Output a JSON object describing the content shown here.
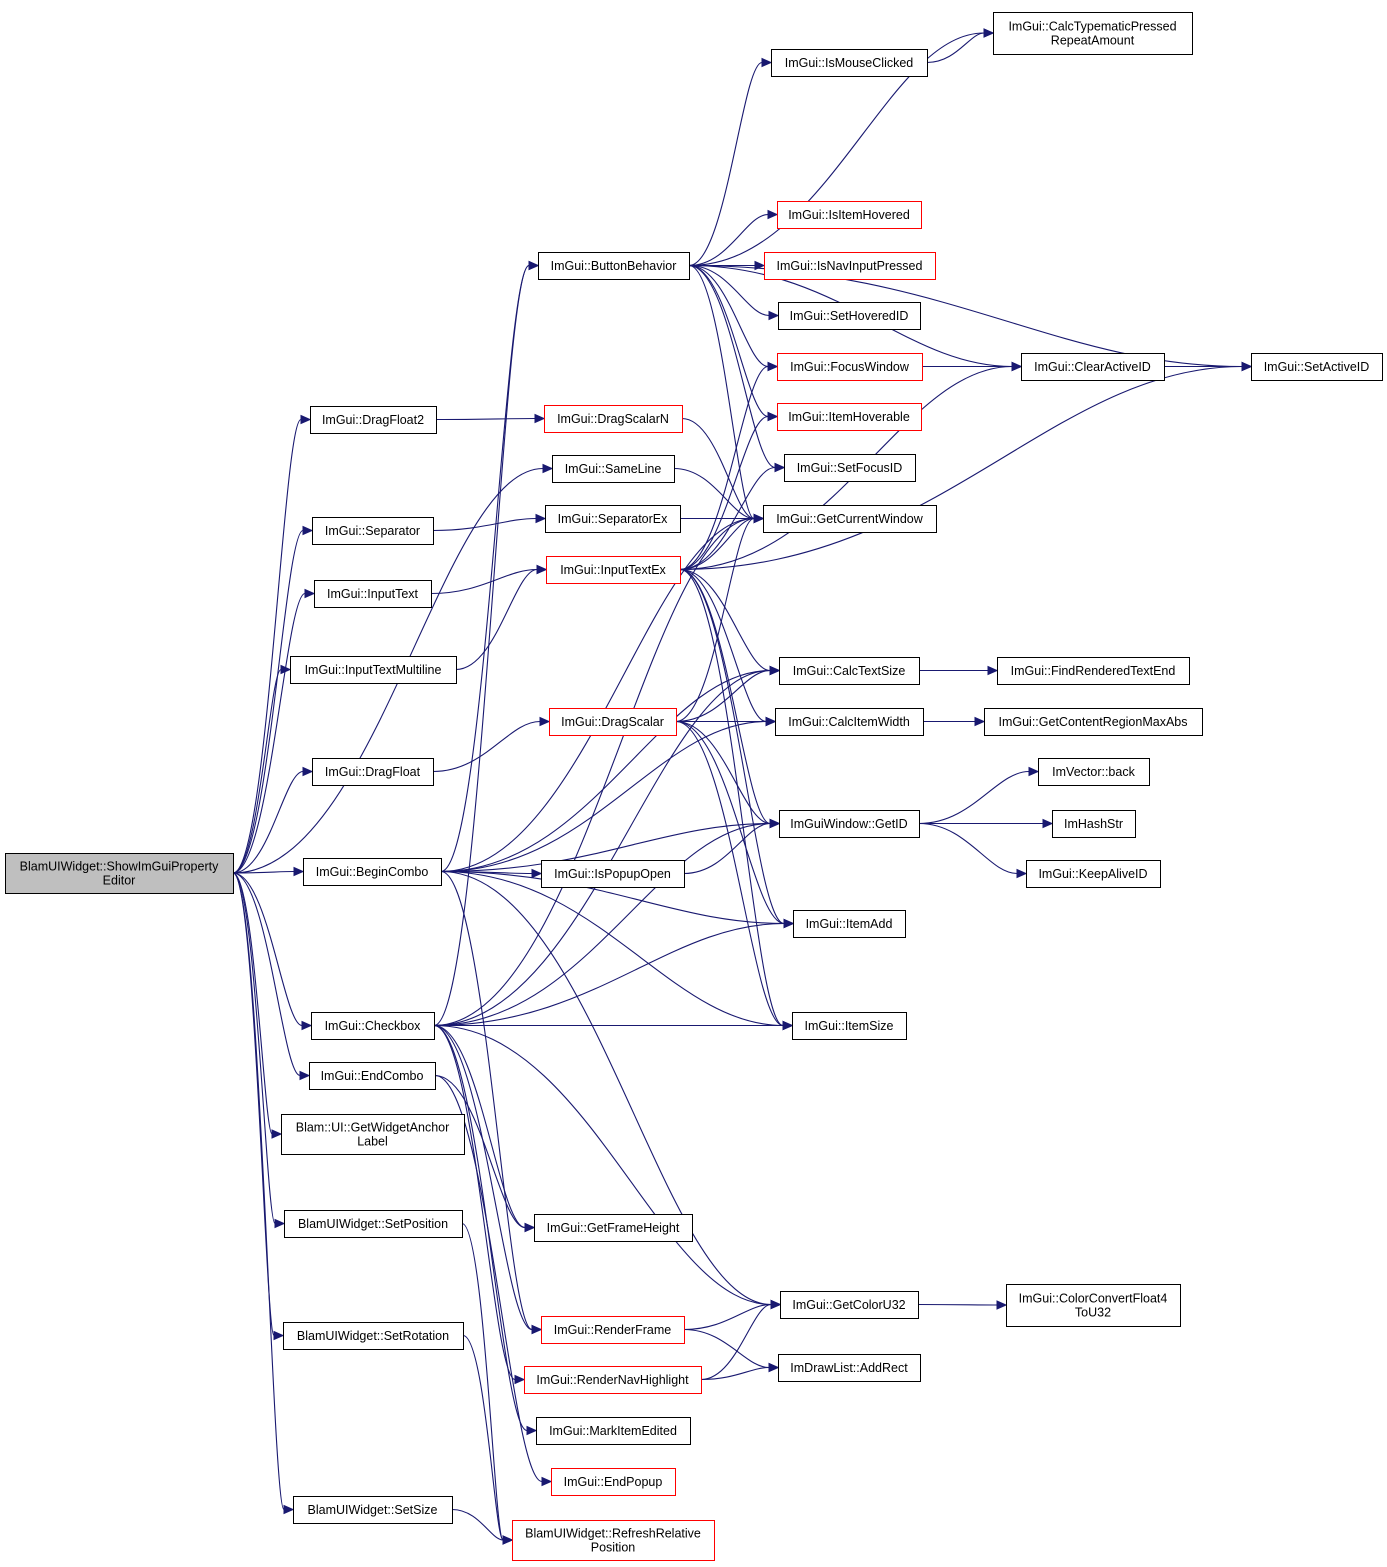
{
  "colors": {
    "edge": "#191970",
    "node_border": "#000000",
    "truncated_border": "#ff0000",
    "root_fill": "#bfbfbf",
    "node_fill": "#ffffff"
  },
  "diagram": {
    "nodes": [
      {
        "id": "root",
        "lines": [
          "BlamUIWidget::ShowImGuiProperty",
          "Editor"
        ],
        "kind": "root"
      },
      {
        "id": "dragfloat2",
        "lines": [
          "ImGui::DragFloat2"
        ],
        "kind": "normal"
      },
      {
        "id": "separator",
        "lines": [
          "ImGui::Separator"
        ],
        "kind": "normal"
      },
      {
        "id": "inputtext",
        "lines": [
          "ImGui::InputText"
        ],
        "kind": "normal"
      },
      {
        "id": "inputtextmultiline",
        "lines": [
          "ImGui::InputTextMultiline"
        ],
        "kind": "normal"
      },
      {
        "id": "dragfloat",
        "lines": [
          "ImGui::DragFloat"
        ],
        "kind": "normal"
      },
      {
        "id": "begincombo",
        "lines": [
          "ImGui::BeginCombo"
        ],
        "kind": "normal"
      },
      {
        "id": "checkbox",
        "lines": [
          "ImGui::Checkbox"
        ],
        "kind": "normal"
      },
      {
        "id": "endcombo",
        "lines": [
          "ImGui::EndCombo"
        ],
        "kind": "normal"
      },
      {
        "id": "getwidgetanchorlabel",
        "lines": [
          "Blam::UI::GetWidgetAnchor",
          "Label"
        ],
        "kind": "normal"
      },
      {
        "id": "setposition",
        "lines": [
          "BlamUIWidget::SetPosition"
        ],
        "kind": "normal"
      },
      {
        "id": "setrotation",
        "lines": [
          "BlamUIWidget::SetRotation"
        ],
        "kind": "normal"
      },
      {
        "id": "setsize",
        "lines": [
          "BlamUIWidget::SetSize"
        ],
        "kind": "normal"
      },
      {
        "id": "buttonbehavior",
        "lines": [
          "ImGui::ButtonBehavior"
        ],
        "kind": "normal"
      },
      {
        "id": "dragscalarn",
        "lines": [
          "ImGui::DragScalarN"
        ],
        "kind": "truncated"
      },
      {
        "id": "sameline",
        "lines": [
          "ImGui::SameLine"
        ],
        "kind": "normal"
      },
      {
        "id": "separatorex",
        "lines": [
          "ImGui::SeparatorEx"
        ],
        "kind": "normal"
      },
      {
        "id": "inputtextex",
        "lines": [
          "ImGui::InputTextEx"
        ],
        "kind": "truncated"
      },
      {
        "id": "dragscalar",
        "lines": [
          "ImGui::DragScalar"
        ],
        "kind": "truncated"
      },
      {
        "id": "ispopupopen",
        "lines": [
          "ImGui::IsPopupOpen"
        ],
        "kind": "normal"
      },
      {
        "id": "getframeheight",
        "lines": [
          "ImGui::GetFrameHeight"
        ],
        "kind": "normal"
      },
      {
        "id": "renderframe",
        "lines": [
          "ImGui::RenderFrame"
        ],
        "kind": "truncated"
      },
      {
        "id": "rendernavhighlight",
        "lines": [
          "ImGui::RenderNavHighlight"
        ],
        "kind": "truncated"
      },
      {
        "id": "markitemedited",
        "lines": [
          "ImGui::MarkItemEdited"
        ],
        "kind": "normal"
      },
      {
        "id": "endpopup",
        "lines": [
          "ImGui::EndPopup"
        ],
        "kind": "truncated"
      },
      {
        "id": "refreshrelativeposition",
        "lines": [
          "BlamUIWidget::RefreshRelative",
          "Position"
        ],
        "kind": "truncated"
      },
      {
        "id": "calctypematic",
        "lines": [
          "ImGui::CalcTypematicPressed",
          "RepeatAmount"
        ],
        "kind": "normal"
      },
      {
        "id": "ismouseclicked",
        "lines": [
          "ImGui::IsMouseClicked"
        ],
        "kind": "normal"
      },
      {
        "id": "isitemhovered",
        "lines": [
          "ImGui::IsItemHovered"
        ],
        "kind": "truncated"
      },
      {
        "id": "isnavinputpressed",
        "lines": [
          "ImGui::IsNavInputPressed"
        ],
        "kind": "truncated"
      },
      {
        "id": "sethoveredid",
        "lines": [
          "ImGui::SetHoveredID"
        ],
        "kind": "normal"
      },
      {
        "id": "focuswindow",
        "lines": [
          "ImGui::FocusWindow"
        ],
        "kind": "truncated"
      },
      {
        "id": "itemhoverable",
        "lines": [
          "ImGui::ItemHoverable"
        ],
        "kind": "truncated"
      },
      {
        "id": "setfocusid",
        "lines": [
          "ImGui::SetFocusID"
        ],
        "kind": "normal"
      },
      {
        "id": "getcurrentwindow",
        "lines": [
          "ImGui::GetCurrentWindow"
        ],
        "kind": "normal"
      },
      {
        "id": "calctextsize",
        "lines": [
          "ImGui::CalcTextSize"
        ],
        "kind": "normal"
      },
      {
        "id": "calcitemwidth",
        "lines": [
          "ImGui::CalcItemWidth"
        ],
        "kind": "normal"
      },
      {
        "id": "getid",
        "lines": [
          "ImGuiWindow::GetID"
        ],
        "kind": "normal"
      },
      {
        "id": "itemadd",
        "lines": [
          "ImGui::ItemAdd"
        ],
        "kind": "normal"
      },
      {
        "id": "itemsize",
        "lines": [
          "ImGui::ItemSize"
        ],
        "kind": "normal"
      },
      {
        "id": "getcoloru32",
        "lines": [
          "ImGui::GetColorU32"
        ],
        "kind": "normal"
      },
      {
        "id": "addrect",
        "lines": [
          "ImDrawList::AddRect"
        ],
        "kind": "normal"
      },
      {
        "id": "clearactiveid",
        "lines": [
          "ImGui::ClearActiveID"
        ],
        "kind": "normal"
      },
      {
        "id": "setactiveid",
        "lines": [
          "ImGui::SetActiveID"
        ],
        "kind": "normal"
      },
      {
        "id": "findrenderedtextend",
        "lines": [
          "ImGui::FindRenderedTextEnd"
        ],
        "kind": "normal"
      },
      {
        "id": "getcontentregionmaxabs",
        "lines": [
          "ImGui::GetContentRegionMaxAbs"
        ],
        "kind": "normal"
      },
      {
        "id": "imvectorback",
        "lines": [
          "ImVector::back"
        ],
        "kind": "normal"
      },
      {
        "id": "imhashstr",
        "lines": [
          "ImHashStr"
        ],
        "kind": "normal"
      },
      {
        "id": "keepaliveid",
        "lines": [
          "ImGui::KeepAliveID"
        ],
        "kind": "normal"
      },
      {
        "id": "colorconvert",
        "lines": [
          "ImGui::ColorConvertFloat4",
          "ToU32"
        ],
        "kind": "normal"
      }
    ],
    "edges": [
      [
        "root",
        "dragfloat2"
      ],
      [
        "root",
        "sameline"
      ],
      [
        "root",
        "separator"
      ],
      [
        "root",
        "inputtext"
      ],
      [
        "root",
        "inputtextmultiline"
      ],
      [
        "root",
        "dragfloat"
      ],
      [
        "root",
        "begincombo"
      ],
      [
        "root",
        "checkbox"
      ],
      [
        "root",
        "endcombo"
      ],
      [
        "root",
        "getwidgetanchorlabel"
      ],
      [
        "root",
        "setposition"
      ],
      [
        "root",
        "setrotation"
      ],
      [
        "root",
        "setsize"
      ],
      [
        "dragfloat2",
        "dragscalarn"
      ],
      [
        "separator",
        "separatorex"
      ],
      [
        "inputtext",
        "inputtextex"
      ],
      [
        "inputtextmultiline",
        "inputtextex"
      ],
      [
        "dragfloat",
        "dragscalar"
      ],
      [
        "begincombo",
        "buttonbehavior"
      ],
      [
        "begincombo",
        "getcurrentwindow"
      ],
      [
        "begincombo",
        "calctextsize"
      ],
      [
        "begincombo",
        "calcitemwidth"
      ],
      [
        "begincombo",
        "getid"
      ],
      [
        "begincombo",
        "ispopupopen"
      ],
      [
        "begincombo",
        "itemadd"
      ],
      [
        "begincombo",
        "itemsize"
      ],
      [
        "begincombo",
        "getcoloru32"
      ],
      [
        "begincombo",
        "renderframe"
      ],
      [
        "checkbox",
        "buttonbehavior"
      ],
      [
        "checkbox",
        "getcurrentwindow"
      ],
      [
        "checkbox",
        "calctextsize"
      ],
      [
        "checkbox",
        "getid"
      ],
      [
        "checkbox",
        "itemadd"
      ],
      [
        "checkbox",
        "itemsize"
      ],
      [
        "checkbox",
        "getframeheight"
      ],
      [
        "checkbox",
        "renderframe"
      ],
      [
        "checkbox",
        "rendernavhighlight"
      ],
      [
        "checkbox",
        "markitemedited"
      ],
      [
        "checkbox",
        "getcoloru32"
      ],
      [
        "endcombo",
        "endpopup"
      ],
      [
        "endcombo",
        "getframeheight"
      ],
      [
        "setposition",
        "refreshrelativeposition"
      ],
      [
        "setrotation",
        "refreshrelativeposition"
      ],
      [
        "setsize",
        "refreshrelativeposition"
      ],
      [
        "buttonbehavior",
        "calctypematic"
      ],
      [
        "buttonbehavior",
        "ismouseclicked"
      ],
      [
        "buttonbehavior",
        "isitemhovered"
      ],
      [
        "buttonbehavior",
        "isnavinputpressed"
      ],
      [
        "buttonbehavior",
        "sethoveredid"
      ],
      [
        "buttonbehavior",
        "focuswindow"
      ],
      [
        "buttonbehavior",
        "itemhoverable"
      ],
      [
        "buttonbehavior",
        "setfocusid"
      ],
      [
        "buttonbehavior",
        "getcurrentwindow"
      ],
      [
        "buttonbehavior",
        "clearactiveid"
      ],
      [
        "buttonbehavior",
        "setactiveid"
      ],
      [
        "ismouseclicked",
        "calctypematic"
      ],
      [
        "dragscalarn",
        "getcurrentwindow"
      ],
      [
        "sameline",
        "getcurrentwindow"
      ],
      [
        "separatorex",
        "getcurrentwindow"
      ],
      [
        "inputtextex",
        "getcurrentwindow"
      ],
      [
        "inputtextex",
        "focuswindow"
      ],
      [
        "inputtextex",
        "itemhoverable"
      ],
      [
        "inputtextex",
        "setfocusid"
      ],
      [
        "inputtextex",
        "clearactiveid"
      ],
      [
        "inputtextex",
        "setactiveid"
      ],
      [
        "inputtextex",
        "calctextsize"
      ],
      [
        "inputtextex",
        "calcitemwidth"
      ],
      [
        "inputtextex",
        "getid"
      ],
      [
        "inputtextex",
        "itemadd"
      ],
      [
        "inputtextex",
        "itemsize"
      ],
      [
        "dragscalar",
        "getcurrentwindow"
      ],
      [
        "dragscalar",
        "calctextsize"
      ],
      [
        "dragscalar",
        "calcitemwidth"
      ],
      [
        "dragscalar",
        "getid"
      ],
      [
        "dragscalar",
        "itemadd"
      ],
      [
        "dragscalar",
        "itemsize"
      ],
      [
        "ispopupopen",
        "getid"
      ],
      [
        "renderframe",
        "getcoloru32"
      ],
      [
        "renderframe",
        "addrect"
      ],
      [
        "rendernavhighlight",
        "getcoloru32"
      ],
      [
        "rendernavhighlight",
        "addrect"
      ],
      [
        "focuswindow",
        "clearactiveid"
      ],
      [
        "clearactiveid",
        "setactiveid"
      ],
      [
        "calctextsize",
        "findrenderedtextend"
      ],
      [
        "calcitemwidth",
        "getcontentregionmaxabs"
      ],
      [
        "getid",
        "imvectorback"
      ],
      [
        "getid",
        "imhashstr"
      ],
      [
        "getid",
        "keepaliveid"
      ],
      [
        "getcoloru32",
        "colorconvert"
      ]
    ]
  }
}
